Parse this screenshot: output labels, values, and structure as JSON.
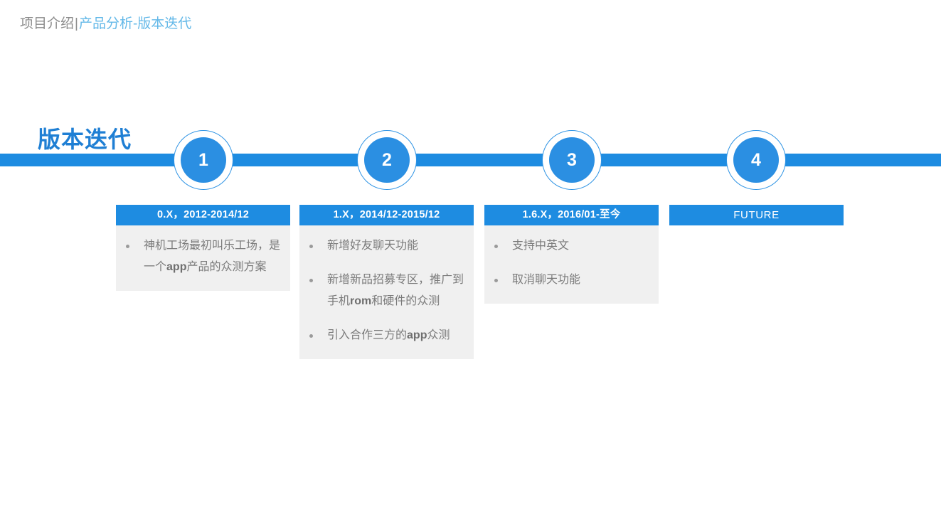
{
  "breadcrumb": {
    "primary": "项目介绍",
    "separator": "|",
    "current": "产品分析-版本迭代"
  },
  "section": {
    "title": "版本迭代",
    "accent_color": "#1e8ce1",
    "title_color": "#1f7fd4"
  },
  "timeline": {
    "nodes": [
      {
        "number": "1"
      },
      {
        "number": "2"
      },
      {
        "number": "3"
      },
      {
        "number": "4"
      }
    ]
  },
  "cards": [
    {
      "header": "0.X，2012-2014/12",
      "header_bold": true,
      "bullets": [
        {
          "text": "神机工场最初叫乐工场，是一个",
          "bold": "app",
          "text_after": "产品的众测方案"
        }
      ]
    },
    {
      "header": "1.X，2014/12-2015/12",
      "header_bold": true,
      "bullets": [
        {
          "text": "新增好友聊天功能",
          "bold": "",
          "text_after": ""
        },
        {
          "text": "新增新品招募专区，推广到手机",
          "bold": "rom",
          "text_after": "和硬件的众测"
        },
        {
          "text": "引入合作三方的",
          "bold": "app",
          "text_after": "众测"
        }
      ]
    },
    {
      "header": "1.6.X，2016/01-至今",
      "header_bold": true,
      "bullets": [
        {
          "text": "支持中英文",
          "bold": "",
          "text_after": ""
        },
        {
          "text": "取消聊天功能",
          "bold": "",
          "text_after": ""
        }
      ]
    },
    {
      "header": "FUTURE",
      "header_bold": false,
      "bullets": []
    }
  ]
}
